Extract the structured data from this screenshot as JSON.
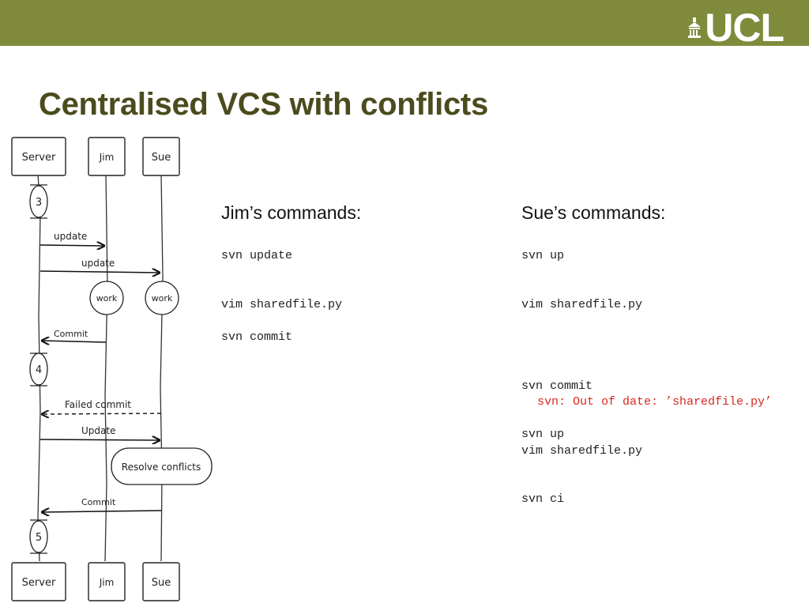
{
  "header": {
    "logo_text": "UCL",
    "bar_color": "#7f8b3b"
  },
  "slide": {
    "title": "Centralised VCS with conflicts"
  },
  "diagram": {
    "lanes": [
      "Server",
      "Jim",
      "Sue"
    ],
    "revisions": [
      "3",
      "4",
      "5"
    ],
    "messages": {
      "update_jim": "update",
      "update_sue": "update",
      "commit_jim": "Commit",
      "failed_commit": "Failed commit",
      "update_sue_2": "Update",
      "commit_sue": "Commit"
    },
    "activities": {
      "work_jim": "work",
      "work_sue": "work",
      "resolve": "Resolve conflicts"
    }
  },
  "jim": {
    "heading": "Jim’s commands:",
    "commands": [
      "svn update",
      "vim sharedfile.py",
      "svn commit"
    ]
  },
  "sue": {
    "heading": "Sue’s commands:",
    "commands": [
      "svn up",
      "vim sharedfile.py",
      "svn commit",
      "svn up",
      "vim sharedfile.py",
      "svn ci"
    ],
    "error": "svn: Out of date: ’sharedfile.py’"
  },
  "colors": {
    "title": "#4b4b1e",
    "error": "#d6291f"
  }
}
